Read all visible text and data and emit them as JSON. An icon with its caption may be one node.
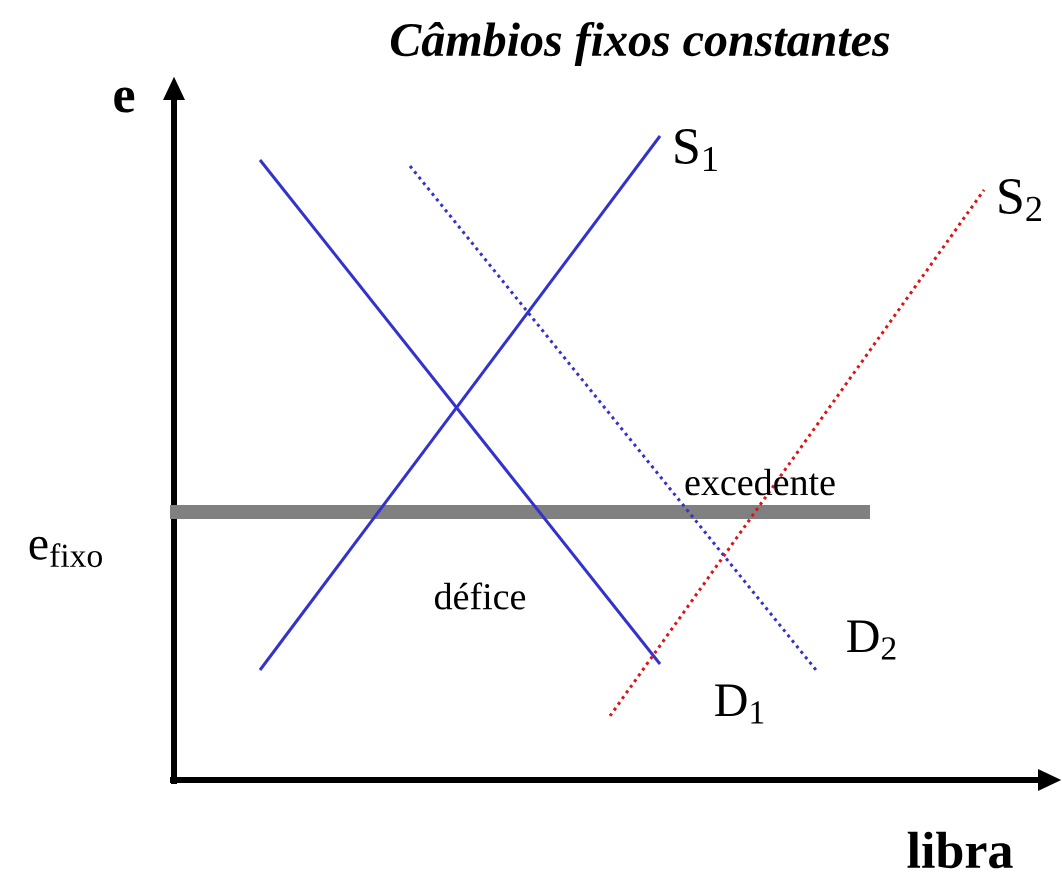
{
  "diagram": {
    "title": "Câmbios fixos constantes",
    "labels": [
      "e",
      "S$_{1}$",
      "S$_{2}$",
      "excedente",
      "e$_{fixo}$",
      "défice",
      "D$_{2}$",
      "D$_{1}$",
      "libra"
    ]
  }
}
